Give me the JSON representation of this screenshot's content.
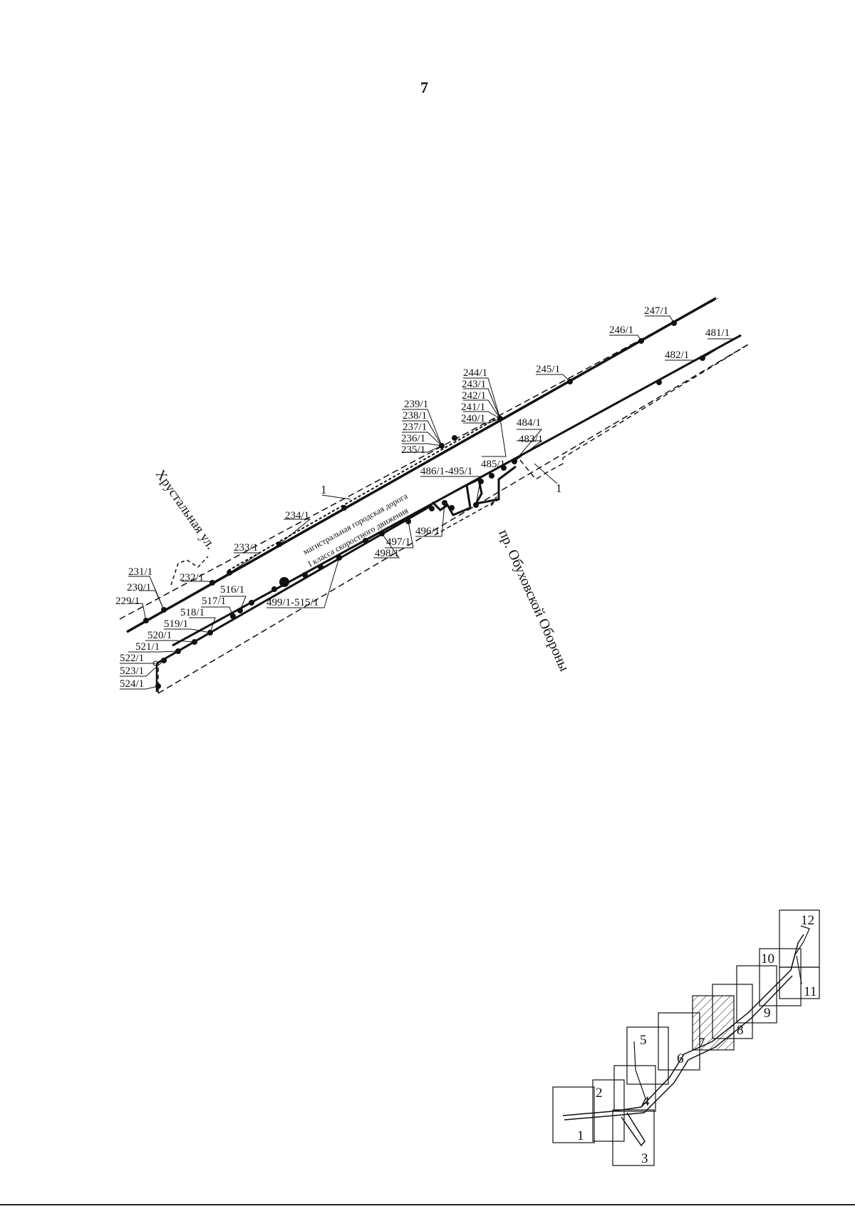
{
  "page": {
    "number": "7"
  },
  "streets": {
    "khrustalnaya": "Хрустальная ул.",
    "obukhovskoy": "пр. Обуховской Обороны"
  },
  "road": {
    "line1": "магистральная городская дорога",
    "line2": "I класса скоростного движения"
  },
  "marker": "1",
  "points": {
    "p229": "229/1",
    "p230": "230/1",
    "p231": "231/1",
    "p232": "232/1",
    "p233": "233/1",
    "p234": "234/1",
    "p235": "235/1",
    "p236": "236/1",
    "p237": "237/1",
    "p238": "238/1",
    "p239": "239/1",
    "p240": "240/1",
    "p241": "241/1",
    "p242": "242/1",
    "p243": "243/1",
    "p244": "244/1",
    "p245": "245/1",
    "p246": "246/1",
    "p247": "247/1",
    "p481": "481/1",
    "p482": "482/1",
    "p483": "483/1",
    "p484": "484/1",
    "p485": "485/1",
    "p486": "486/1-495/1",
    "p496": "496/1",
    "p497": "497/1",
    "p498": "498/1",
    "p499": "499/1-515/1",
    "p516": "516/1",
    "p517": "517/1",
    "p518": "518/1",
    "p519": "519/1",
    "p520": "520/1",
    "p521": "521/1",
    "p522": "522/1",
    "p523": "523/1",
    "p524": "524/1"
  },
  "sheets": [
    "1",
    "2",
    "3",
    "4",
    "5",
    "6",
    "7",
    "8",
    "9",
    "10",
    "11",
    "12"
  ],
  "colors": {
    "ink": "#111111",
    "paper": "#ffffff"
  }
}
